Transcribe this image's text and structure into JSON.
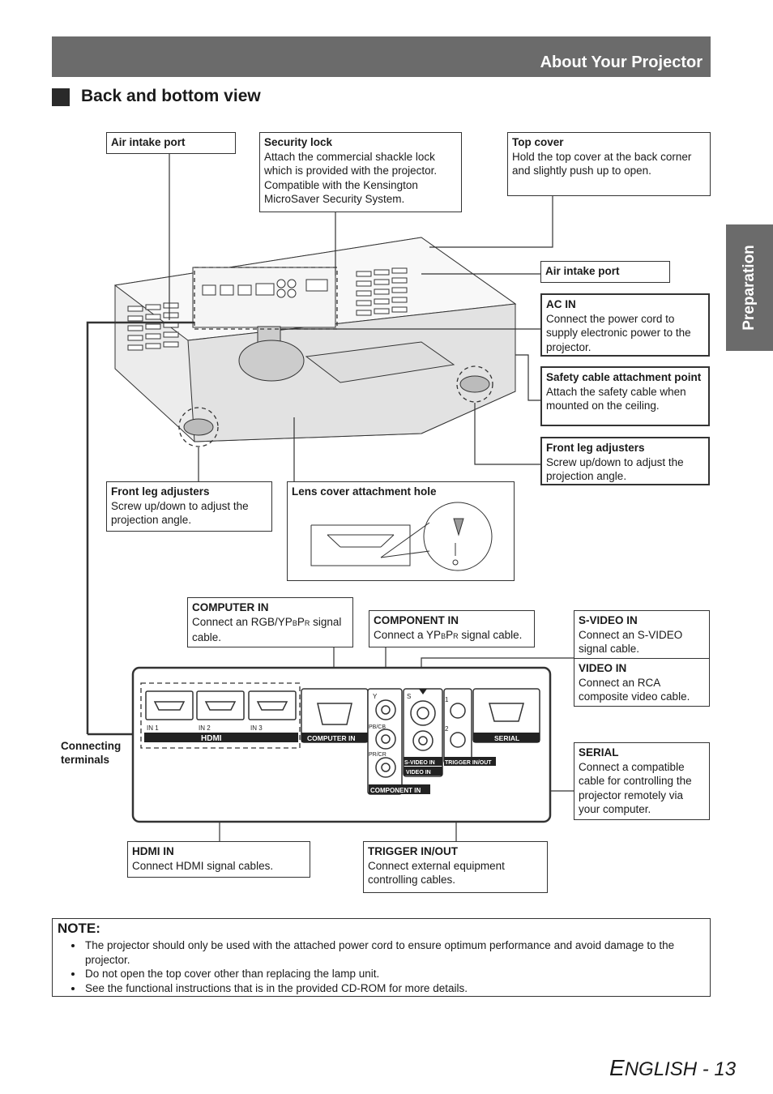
{
  "header": {
    "title": "About Your Projector"
  },
  "side_tab": {
    "label": "Preparation"
  },
  "section": {
    "title": "Back and bottom view"
  },
  "callouts": {
    "air_intake_1": {
      "title": "Air intake port"
    },
    "security_lock": {
      "title": "Security lock",
      "body": "Attach the commercial shackle lock which is provided with the projector. Compatible with the Kensington MicroSaver Security System."
    },
    "top_cover": {
      "title": "Top cover",
      "body": "Hold the top cover at the back corner and slightly push up to open."
    },
    "air_intake_2": {
      "title": "Air intake port"
    },
    "ac_in": {
      "title": "AC IN",
      "body": "Connect the power cord to supply electronic power to the projector."
    },
    "safety_cable": {
      "title": "Safety cable attachment point",
      "body": "Attach the safety cable when mounted on the ceiling."
    },
    "front_leg_right": {
      "title": "Front leg adjusters",
      "body": "Screw up/down to adjust the projection angle."
    },
    "front_leg_left": {
      "title": "Front leg adjusters",
      "body": "Screw up/down to adjust the projection angle."
    },
    "lens_cover": {
      "title": "Lens cover attachment hole"
    },
    "computer_in": {
      "title": "COMPUTER IN",
      "body_pre": "Connect an RGB/YP",
      "sub1": "B",
      "mid": "P",
      "sub2": "R",
      "body_post": " signal cable."
    },
    "component_in": {
      "title": "COMPONENT IN",
      "body_pre": "Connect a YP",
      "sub1": "B",
      "mid": "P",
      "sub2": "R",
      "body_post": " signal cable."
    },
    "s_video_in": {
      "title": "S-VIDEO IN",
      "body": "Connect an S-VIDEO signal cable."
    },
    "video_in": {
      "title": "VIDEO IN",
      "body": "Connect an RCA composite video cable."
    },
    "serial": {
      "title": "SERIAL",
      "body": "Connect a compatible cable for controlling the projector remotely via your computer."
    },
    "hdmi_in": {
      "title": "HDMI IN",
      "body": "Connect HDMI signal cables."
    },
    "trigger": {
      "title": "TRIGGER IN/OUT",
      "body": "Connect external equipment controlling cables."
    }
  },
  "connecting_terminals": "Connecting terminals",
  "panel": {
    "hdmi_ports": [
      "IN 1",
      "IN 2",
      "IN 3"
    ],
    "hdmi_logo": "HDMI",
    "computer_in": "COMPUTER IN",
    "component_in": "COMPONENT IN",
    "y": "Y",
    "pb": "PB/CB",
    "pr": "PR/CR",
    "s": "S",
    "s_video": "S-VIDEO IN",
    "video": "VIDEO IN",
    "trig1": "1",
    "trig2": "2",
    "trigger": "TRIGGER IN/OUT",
    "serial": "SERIAL"
  },
  "note": {
    "title": "NOTE:",
    "items": [
      "The projector should only be used with the attached power cord to ensure optimum performance and avoid damage to the projector.",
      "Do not open the top cover other than replacing the lamp unit.",
      "See the functional instructions that is in the provided CD-ROM for more details."
    ]
  },
  "footer": {
    "first_letter": "E",
    "rest": "NGLISH - 13"
  }
}
